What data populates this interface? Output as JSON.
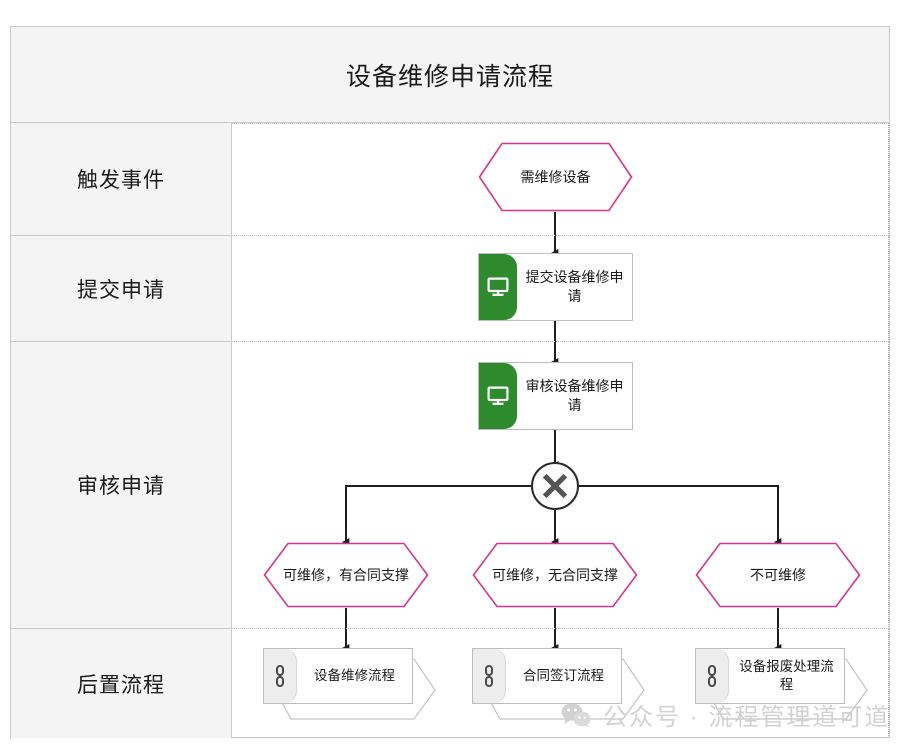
{
  "diagram": {
    "title": "设备维修申请流程",
    "lanes": [
      {
        "label": "触发事件"
      },
      {
        "label": "提交申请"
      },
      {
        "label": "审核申请"
      },
      {
        "label": "后置流程"
      }
    ],
    "nodes": {
      "start_event": {
        "label": "需维修设备",
        "type": "event-hexagon",
        "color": "#d6348f"
      },
      "task_submit": {
        "label": "提交设备维修申请",
        "type": "task",
        "icon": "monitor-icon",
        "color": "#2d8a2d"
      },
      "task_review": {
        "label": "审核设备维修申请",
        "type": "task",
        "icon": "monitor-icon",
        "color": "#2d8a2d"
      },
      "gateway": {
        "label": "✕",
        "type": "exclusive-gateway",
        "color": "#555555"
      },
      "outcome_left": {
        "label": "可维修，有合同支撑",
        "type": "event-hexagon",
        "color": "#d6348f"
      },
      "outcome_center": {
        "label": "可维修，无合同支撑",
        "type": "event-hexagon",
        "color": "#d6348f"
      },
      "outcome_right": {
        "label": "不可维修",
        "type": "event-hexagon",
        "color": "#d6348f"
      },
      "sub_repair": {
        "label": "设备维修流程",
        "type": "subprocess",
        "icon": "link-icon"
      },
      "sub_contract": {
        "label": "合同签订流程",
        "type": "subprocess",
        "icon": "link-icon"
      },
      "sub_scrap": {
        "label": "设备报废处理流程",
        "type": "subprocess",
        "icon": "link-icon"
      }
    },
    "watermark": {
      "text": "公众号 · 流程管理道可道",
      "icon": "wechat-icon"
    }
  }
}
